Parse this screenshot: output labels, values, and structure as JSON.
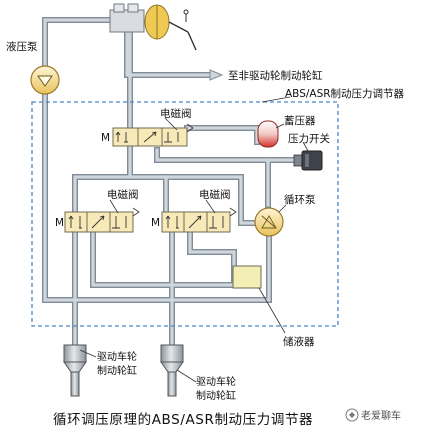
{
  "labels": {
    "hydraulic_pump": "液压泵",
    "to_non_drive_wheel": "至非驱动轮制动轮缸",
    "unit_title": "ABS/ASR制动压力调节器",
    "solenoid_top": "电磁阀",
    "solenoid_left": "电磁阀",
    "solenoid_right": "电磁阀",
    "accumulator": "蓄压器",
    "pressure_switch": "压力开关",
    "circulation_pump": "循环泵",
    "reservoir": "储液器",
    "drive_wheel_1_line1": "驱动车轮",
    "drive_wheel_1_line2": "制动轮缸",
    "drive_wheel_2_line1": "驱动车轮",
    "drive_wheel_2_line2": "制动轮缸",
    "motor_top": "M",
    "motor_left": "M",
    "motor_right": "M"
  },
  "caption": "循环调压原理的ABS/ASR制动压力调节器",
  "watermark": "老爱聊车",
  "colors": {
    "pipe": "#bcc6cf",
    "pipe_edge": "#7f8b96",
    "unit_border": "#4a86c8",
    "valve_fill": "#f8eab8",
    "pump_fill": "#f3d27a",
    "reservoir_fill": "#f3efb4",
    "accumulator_fill": "#e23b34",
    "cylinder_fill": "#c9ced3"
  }
}
